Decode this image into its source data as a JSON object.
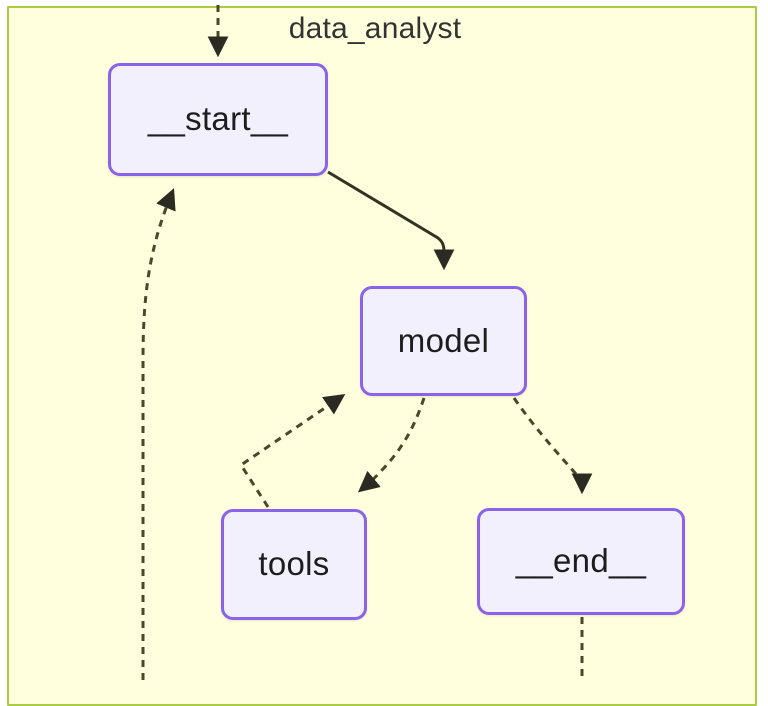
{
  "graph": {
    "title": "data_analyst",
    "background_color": "#ffffde",
    "frame_border_color": "#aacc44",
    "node_fill_color": "#f2f0fd",
    "node_border_color": "#8a63e8",
    "solid_edge_color": "#333322",
    "dotted_edge_color": "#5a5030",
    "nodes": [
      {
        "id": "start",
        "label": "__start__"
      },
      {
        "id": "model",
        "label": "model"
      },
      {
        "id": "tools",
        "label": "tools"
      },
      {
        "id": "end",
        "label": "__end__"
      }
    ],
    "edges": [
      {
        "from": "external-top",
        "to": "start",
        "style": "dotted"
      },
      {
        "from": "external-left",
        "to": "start",
        "style": "dotted"
      },
      {
        "from": "start",
        "to": "model",
        "style": "solid"
      },
      {
        "from": "model",
        "to": "tools",
        "style": "dotted"
      },
      {
        "from": "tools",
        "to": "model",
        "style": "dotted"
      },
      {
        "from": "model",
        "to": "end",
        "style": "dotted"
      },
      {
        "from": "end",
        "to": "external-bottom",
        "style": "dotted"
      }
    ]
  }
}
